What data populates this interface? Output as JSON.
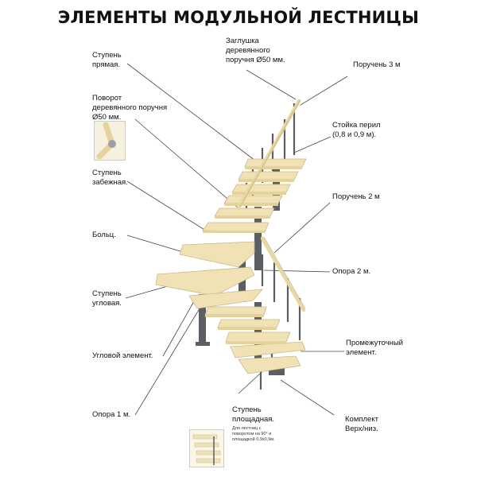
{
  "title": "ЭЛЕМЕНТЫ МОДУЛЬНОЙ ЛЕСТНИЦЫ",
  "labels": {
    "step_straight": "Ступень\nпрямая.",
    "handrail_turn": "Поворот\nдеревянного поручня\nØ50 мм.",
    "step_winder": "Ступень\nзабежная.",
    "bolts": "Больц.",
    "step_corner": "Ступень\nугловая.",
    "corner_element": "Угловой элемент.",
    "support_1m": "Опора 1 м.",
    "cap": "Заглушка\nдеревянного\nпоручня Ø50 мм.",
    "handrail_3m": "Поручень 3 м",
    "post": "Стойка перил\n(0,8 и 0,9 м).",
    "handrail_2m": "Поручень 2 м",
    "support_2m": "Опора 2 м.",
    "intermediate": "Промежуточный\nэлемент.",
    "kit": "Комплект\nВерх/низ.",
    "step_landing": "Ступень\nплощадная.",
    "step_landing_note": "Для лестниц с\nповоротом на 90° и\nплощадкой 0,9х0,9м."
  },
  "colors": {
    "wood": "#f0e2b4",
    "wood_edge": "#c9b98a",
    "metal": "#5b5e63",
    "line": "#444444"
  }
}
